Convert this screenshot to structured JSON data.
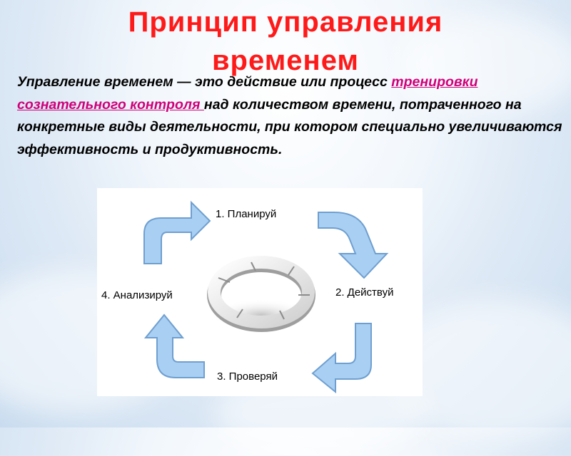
{
  "title_line1": "Принцип  управления",
  "title_line2": "временем",
  "definition": {
    "part1": "Управление временем — это действие или процесс ",
    "link": "тренировки сознательного контроля ",
    "part2": "над количеством времени, потраченного на конкретные виды деятельности, при котором специально увеличиваются эффективность и продуктивность."
  },
  "cycle": {
    "steps": [
      "1. Планируй",
      "2. Действуй",
      "3. Проверяй",
      "4. Анализируй"
    ],
    "arrow_color": "#a9d0f3",
    "arrow_stroke": "#6f9fd0"
  },
  "colors": {
    "title": "#ff1a1a",
    "link": "#d0007a"
  },
  "icons": [
    "cycle-ring-icon",
    "curved-arrow-icon"
  ]
}
